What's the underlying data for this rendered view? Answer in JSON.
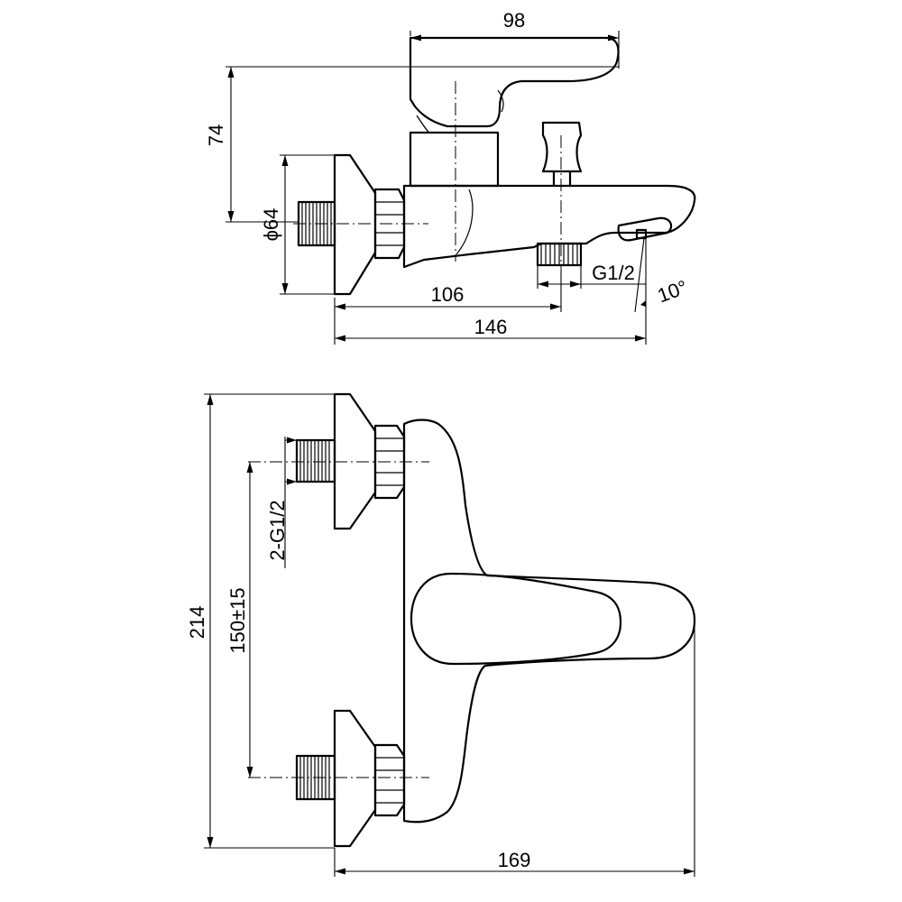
{
  "dimensions": {
    "top_width": "98",
    "height": "74",
    "diameter": "ϕ64",
    "spout_offset": "106",
    "length_top": "146",
    "outlet_thread": "G1/2",
    "spout_angle": "10°",
    "total_height": "214",
    "inlet_spacing": "150±15",
    "inlet_threads": "2-G1/2",
    "depth": "169"
  }
}
